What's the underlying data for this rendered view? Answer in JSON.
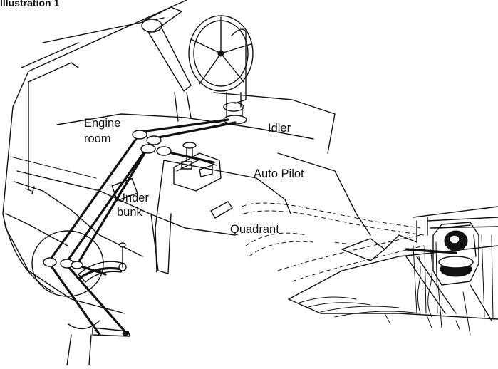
{
  "figure": {
    "title": "Illustration 1",
    "labels": {
      "engine_room_line1": "Engine",
      "engine_room_line2": "room",
      "idler": "Idler",
      "auto_pilot": "Auto Pilot",
      "under_bunk_line1": "Under",
      "under_bunk_line2": "bunk",
      "quadrant": "Quadrant"
    }
  }
}
